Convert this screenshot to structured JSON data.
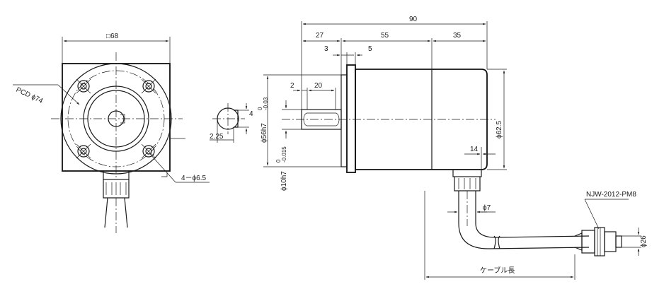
{
  "labels": {
    "sq68": "□68",
    "pcd": "PCD ϕ74",
    "holes": "4－ϕ6.5",
    "key4": "4",
    "key225": "2.25",
    "dim90": "90",
    "dim27": "27",
    "dim55": "55",
    "dim35": "35",
    "dim3": "3",
    "dim5": "5",
    "dim2": "2",
    "dim20": "20",
    "dim14": "14",
    "dia625": "ϕ62.5",
    "dia7": "ϕ7",
    "dia26": "ϕ26",
    "connector": "NJW-2012-PM8",
    "cable_length": "ケーブル長",
    "pilot": "ϕ56h7",
    "pilot_tol_upper": "0",
    "pilot_tol_lower": "-0.03",
    "shaft": "ϕ10h7",
    "shaft_tol_upper": "0",
    "shaft_tol_lower": "-0.015"
  }
}
